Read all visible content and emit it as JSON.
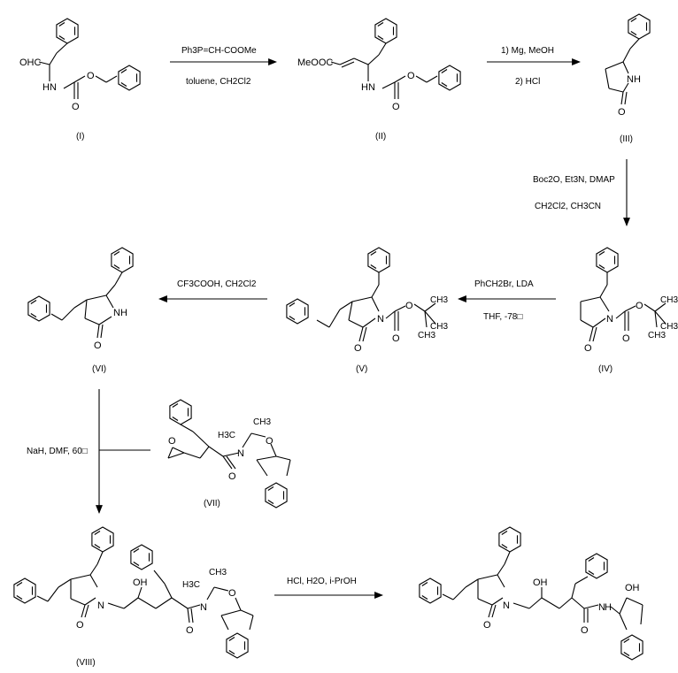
{
  "compounds": {
    "I": {
      "label": "(I)",
      "atoms": [
        "OHC",
        "HN",
        "O",
        "O"
      ]
    },
    "II": {
      "label": "(II)",
      "atoms": [
        "MeOOC",
        "HN",
        "O",
        "O"
      ]
    },
    "III": {
      "label": "(III)",
      "atoms": [
        "NH",
        "O"
      ]
    },
    "IV": {
      "label": "(IV)",
      "atoms": [
        "N",
        "O",
        "O",
        "O",
        "CH3",
        "CH3",
        "CH3"
      ]
    },
    "V": {
      "label": "(V)",
      "atoms": [
        "N",
        "O",
        "O",
        "O",
        "CH3",
        "CH3",
        "CH3"
      ]
    },
    "VI": {
      "label": "(VI)",
      "atoms": [
        "NH",
        "O"
      ]
    },
    "VII": {
      "label": "(VII)",
      "atoms": [
        "O",
        "H3C",
        "CH3",
        "O",
        "N",
        "O"
      ]
    },
    "VIII": {
      "label": "(VIII)",
      "atoms": [
        "N",
        "O",
        "OH",
        "CH3",
        "H3C",
        "O",
        "N",
        "O"
      ]
    },
    "IX": {
      "atoms": [
        "N",
        "O",
        "OH",
        "N",
        "H",
        "O",
        "OH"
      ]
    }
  },
  "steps": {
    "s1": {
      "line1": "Ph3P=CH-COOMe",
      "line2": "toluene, CH2Cl2"
    },
    "s2": {
      "line1": "1) Mg, MeOH",
      "line2": "2) HCl"
    },
    "s3": {
      "line1": "Boc2O, Et3N, DMAP",
      "line2": "CH2Cl2, CH3CN"
    },
    "s4": {
      "line1": "PhCH2Br, LDA",
      "line2": "THF, -78□"
    },
    "s5": {
      "line1": "CF3COOH, CH2Cl2"
    },
    "s6": {
      "line1": "NaH, DMF, 60□"
    },
    "s7": {
      "line1": "HCl, H2O, i-PrOH"
    }
  }
}
